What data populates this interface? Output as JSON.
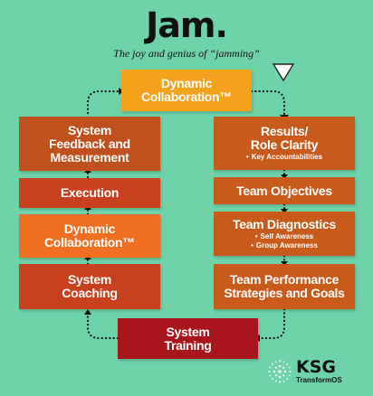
{
  "header": {
    "title": "Jam.",
    "subtitle": "The joy and genius of “jamming”"
  },
  "top_box": {
    "line1": "Dynamic",
    "line2": "Collaboration™"
  },
  "left_column": [
    {
      "line1": "System",
      "line2": "Feedback and",
      "line3": "Measurement"
    },
    {
      "line1": "Execution"
    },
    {
      "line1": "Dynamic",
      "line2": "Collaboration™"
    },
    {
      "line1": "System",
      "line2": "Coaching"
    }
  ],
  "right_column": [
    {
      "line1": "Results/",
      "line2": "Role Clarity",
      "sub1": "Key Accountabilities"
    },
    {
      "line1": "Team Objectives"
    },
    {
      "line1": "Team Diagnostics",
      "sub1": "Self Awareness",
      "sub2": "Group Awareness"
    },
    {
      "line1": "Team Performance",
      "line2": "Strategies and Goals"
    }
  ],
  "bottom_box": {
    "line1": "System",
    "line2": "Training"
  },
  "logo": {
    "name": "KSG",
    "tagline": "TransformOS",
    "icon": "dotted-spiral-icon"
  },
  "colors": {
    "background": "#6fd3aa",
    "gold": "#f4a21b",
    "rust": "#c0501c",
    "orange": "#f06e22",
    "dark_red": "#a8161c"
  }
}
